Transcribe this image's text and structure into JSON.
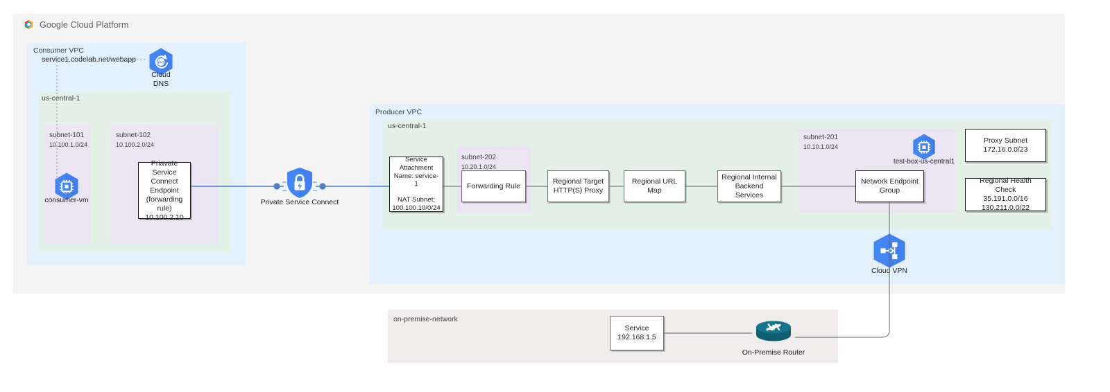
{
  "brand": {
    "name": "Google Cloud Platform"
  },
  "consumer": {
    "vpc_label": "Consumer VPC",
    "region_label": "us-central-1",
    "dns_record": "service1.codelab.net/webapp",
    "cloud_dns_label": "Cloud\nDNS",
    "subnets": [
      {
        "name": "subnet-101",
        "cidr": "10.100.1.0/24"
      },
      {
        "name": "subnet-102",
        "cidr": "10.100.2.0/24"
      }
    ],
    "vm_label": "consumer-vm",
    "psc_endpoint": "Priavate Service\nConnect Endpoint\n(forwarding rule)\n10.100.2.10"
  },
  "psc": {
    "label": "Private Service Connect"
  },
  "producer": {
    "vpc_label": "Producer VPC",
    "region_label": "us-central-1",
    "service_attachment": "Service\nAttachment\nName: service-1\n\nNAT Subnet:\n100.100.10/0/24",
    "subnet_202": {
      "name": "subnet-202",
      "cidr": "10.20.1.0/24"
    },
    "forwarding_rule": "Forwarding Rule",
    "target_proxy": "Regional Target\nHTTP(S) Proxy",
    "url_map": "Regional URL Map",
    "backend_services": "Regional Internal\nBackend Services",
    "subnet_201": {
      "name": "subnet-201",
      "cidr": "10.10.1.0/24"
    },
    "test_box_label": "test-box-us-central1",
    "neg": "Network Endpoint\nGroup",
    "proxy_subnet": "Proxy Subnet\n172.16.0.0/23",
    "health_check": "Regional Health Check\n35.191.0.0/16\n130.211.0.0/22"
  },
  "vpn": {
    "label": "Cloud VPN"
  },
  "onprem": {
    "network_label": "on-premise-network",
    "service": "Service\n192.168.1.5",
    "router_label": "On-Premise Router"
  },
  "colors": {
    "vpc_blue": "#e3f0fd",
    "region_green": "#e3f1e8",
    "subnet_purple": "#ece5f3",
    "onprem_gray": "#efeceb",
    "panel_gray": "#f4f4f4",
    "google_blue": "#4285f4",
    "line_blue": "#4a7fd0",
    "line_gray": "#5f6368",
    "router_teal": "#126b80"
  }
}
